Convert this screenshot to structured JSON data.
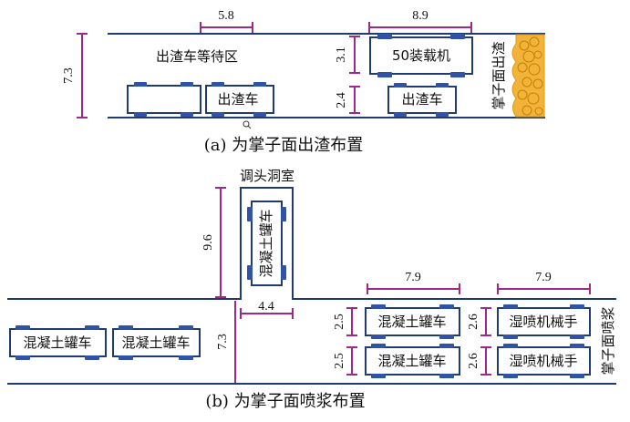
{
  "panel_a": {
    "caption": "(a) 为掌子面出渣布置",
    "waiting_zone": "出渣车等待区",
    "loader": "50装载机",
    "truck_left": "出渣车",
    "truck_right": "出渣车",
    "face_label": "掌子面出渣",
    "dims": {
      "width_left": "5.8",
      "width_right": "8.9",
      "height_total": "7.3",
      "loader_height": "3.1",
      "truck_height": "2.4"
    }
  },
  "panel_b": {
    "caption": "(b) 为掌子面喷浆布置",
    "chamber": "调头洞室",
    "mixer_vertical": "混凝土罐车",
    "mixer_left_1": "混凝土罐车",
    "mixer_left_2": "混凝土罐车",
    "mixer_right_top": "混凝土罐车",
    "mixer_right_bottom": "混凝土罐车",
    "sprayer_top": "湿喷机械手",
    "sprayer_bottom": "湿喷机械手",
    "face_label": "掌子面喷浆",
    "dims": {
      "chamber_depth": "9.6",
      "chamber_width": "4.4",
      "tunnel_height": "7.3",
      "mixer_len": "7.9",
      "sprayer_len": "7.9",
      "mixer_h_top": "2.5",
      "mixer_h_bottom": "2.5",
      "sprayer_h_top": "2.6",
      "sprayer_h_bottom": "2.6"
    }
  },
  "colors": {
    "wall": "#1f3b73",
    "dimension": "#9b2a8a",
    "wheel": "#2f53a8",
    "face_rock": "#f2b33a"
  }
}
